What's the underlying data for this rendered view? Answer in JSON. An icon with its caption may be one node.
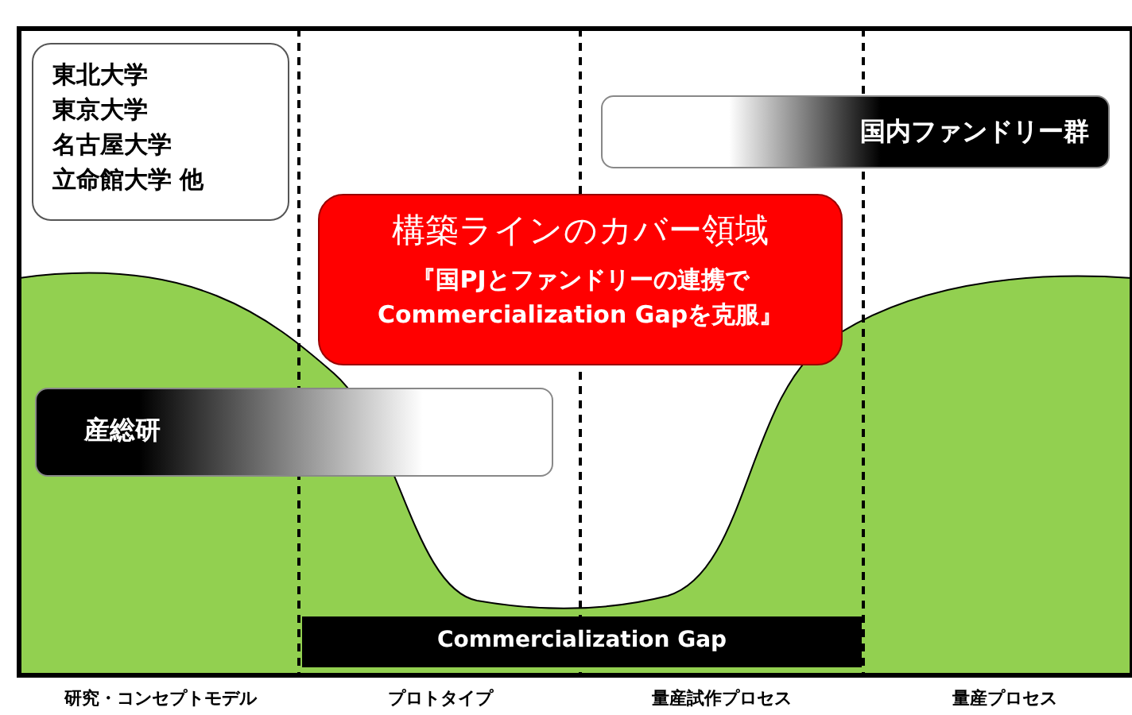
{
  "diagram": {
    "nodes": [
      {
        "text": [
          "東北大学",
          "東京大学",
          "名古屋大学",
          "立命館大学 他"
        ]
      },
      {
        "text": [
          "構築ラインのカバー領域",
          "『国PJとファンドリーの連携で Commercialization Gapを克服』"
        ]
      },
      {
        "text": [
          "国内ファンドリー群"
        ]
      },
      {
        "text": [
          "産総研"
        ]
      },
      {
        "text": [
          "Commercialization Gap"
        ]
      }
    ],
    "labels": [
      "研究・コンセプトモデル",
      "プロトタイプ",
      "量産試作プロセス",
      "量産プロセス"
    ]
  }
}
